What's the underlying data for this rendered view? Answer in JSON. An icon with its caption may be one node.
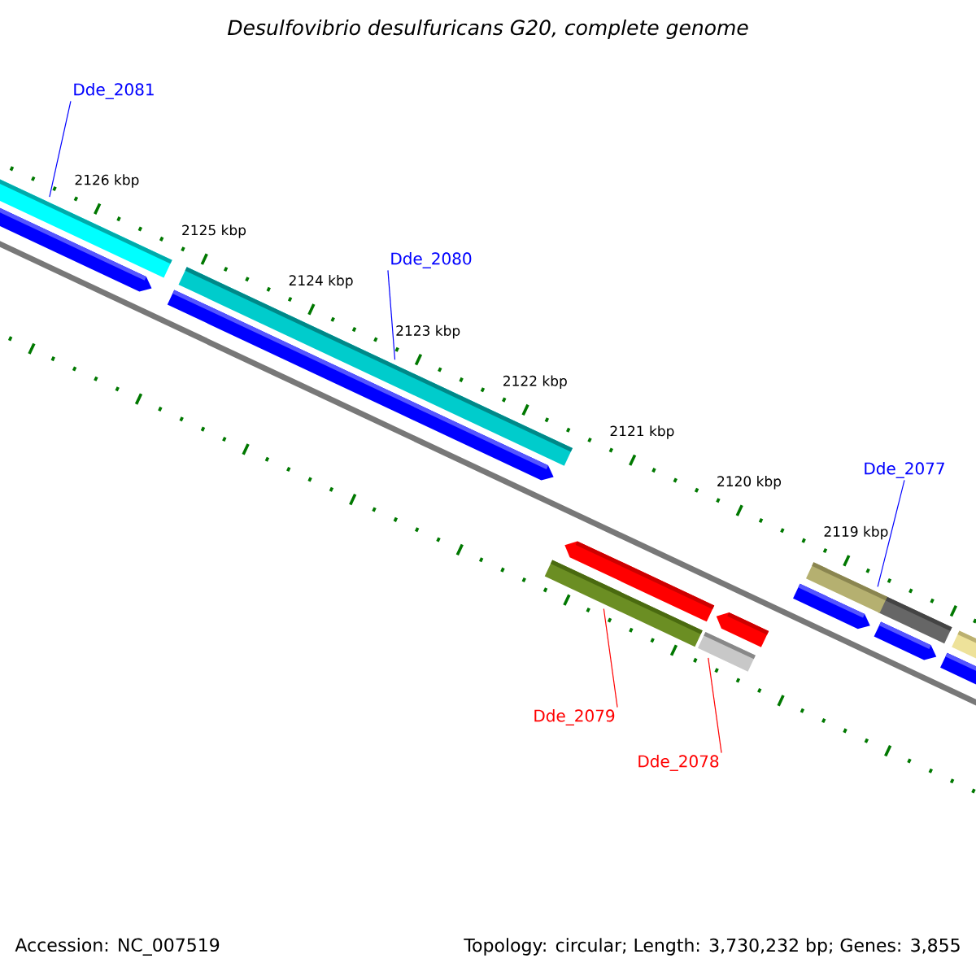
{
  "diagram": {
    "title": "Desulfovibrio desulfuricans G20, complete genome",
    "nodes": [
      {
        "text": [
          "Dde_2081"
        ]
      },
      {
        "text": [],
        "shape": "bar"
      },
      {
        "text": [
          "Dde_2080"
        ]
      },
      {
        "text": [],
        "shape": "bar"
      },
      {
        "text": [
          "Dde_2077"
        ]
      },
      {
        "text": [],
        "shape": "bar"
      },
      {
        "text": [
          "Dde_2079"
        ]
      },
      {
        "text": [],
        "shape": "bar"
      },
      {
        "text": [
          "Dde_2078"
        ]
      },
      {
        "text": [],
        "shape": "bar"
      }
    ],
    "edges": [
      {
        "from": 0,
        "to": 1,
        "arrow": "none",
        "color": "#0000ff"
      },
      {
        "from": 2,
        "to": 3,
        "arrow": "none",
        "color": "#0000ff"
      },
      {
        "from": 4,
        "to": 5,
        "arrow": "none",
        "color": "#0000ff"
      },
      {
        "from": 6,
        "to": 7,
        "arrow": "none",
        "color": "#ff0000"
      },
      {
        "from": 8,
        "to": 9,
        "arrow": "none",
        "color": "#ff0000"
      }
    ],
    "labels": [
      "2126 kbp",
      "2125 kbp",
      "2124 kbp",
      "2123 kbp",
      "2122 kbp",
      "2121 kbp",
      "2120 kbp",
      "2119 kbp",
      "Accession: NC_007519",
      "Topology: circular; Length: 3,730,232 bp; Genes: 3,855"
    ]
  }
}
